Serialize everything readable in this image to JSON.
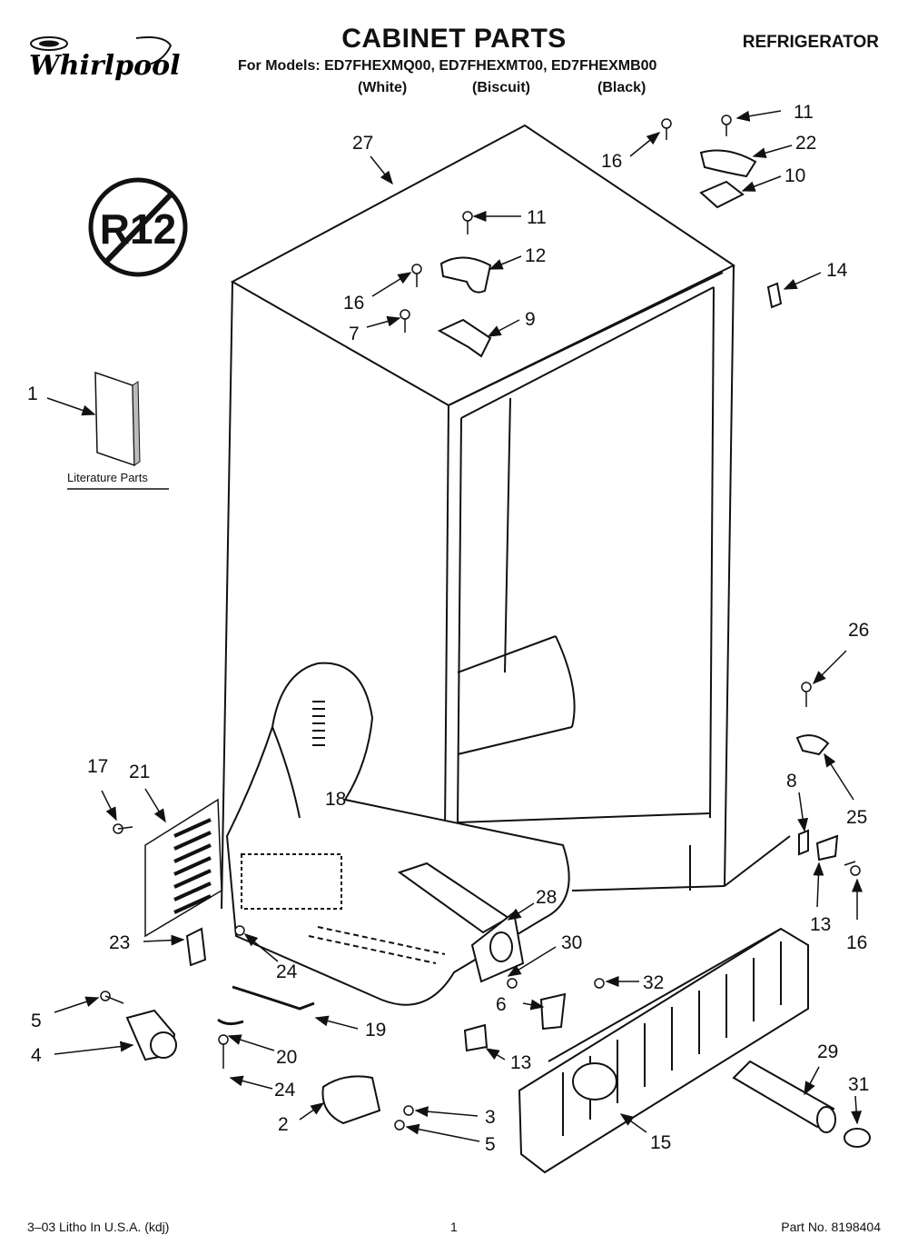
{
  "header": {
    "brand": "Whirlpool",
    "title": "CABINET PARTS",
    "category": "REFRIGERATOR",
    "models_line": "For Models: ED7FHEXMQ00, ED7FHEXMT00, ED7FHEXMB00",
    "colors": [
      "(White)",
      "(Biscuit)",
      "(Black)"
    ]
  },
  "badge": {
    "text": "R12"
  },
  "literature_label": "Literature Parts",
  "callouts": [
    "27",
    "11",
    "22",
    "16",
    "10",
    "11",
    "12",
    "16",
    "9",
    "7",
    "14",
    "1",
    "26",
    "25",
    "8",
    "17",
    "21",
    "18",
    "13",
    "16",
    "28",
    "23",
    "24",
    "30",
    "32",
    "5",
    "6",
    "19",
    "4",
    "20",
    "13",
    "24",
    "29",
    "31",
    "3",
    "2",
    "5",
    "15"
  ],
  "footer": {
    "left": "3–03 Litho In U.S.A. (kdj)",
    "center": "1",
    "right": "Part No. 8198404"
  }
}
